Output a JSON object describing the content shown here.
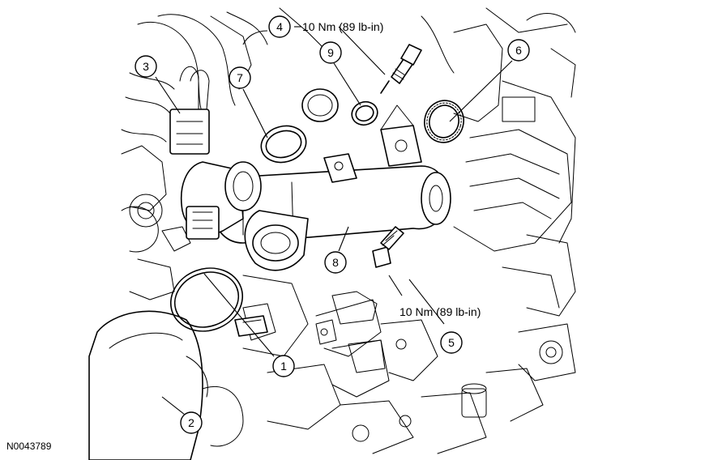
{
  "figure_id": "N0043789",
  "torque_specs": {
    "bolt_4": "10 Nm (89 lb-in)",
    "bolt_5": "10 Nm (89 lb-in)"
  },
  "callouts": [
    {
      "number": "1"
    },
    {
      "number": "2"
    },
    {
      "number": "3"
    },
    {
      "number": "4"
    },
    {
      "number": "5"
    },
    {
      "number": "6"
    },
    {
      "number": "7"
    },
    {
      "number": "8"
    },
    {
      "number": "9"
    }
  ]
}
